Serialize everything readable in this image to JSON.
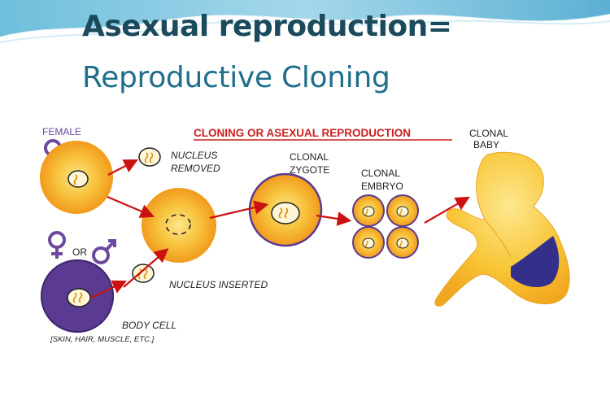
{
  "slide": {
    "title_line1": "Asexual reproduction=",
    "title_line2": "Reproductive Cloning"
  },
  "diagram": {
    "heading": "CLONING OR ASEXUAL REPRODUCTION",
    "labels": {
      "female": "FEMALE",
      "nucleus_removed_1": "NUCLEUS",
      "nucleus_removed_2": "REMOVED",
      "or": "OR",
      "nucleus_inserted": "NUCLEUS INSERTED",
      "body_cell": "BODY CELL",
      "body_cell_examples": "[SKIN, HAIR, MUSCLE, ETC.]",
      "clonal_zygote_1": "CLONAL",
      "clonal_zygote_2": "ZYGOTE",
      "clonal_embryo_1": "CLONAL",
      "clonal_embryo_2": "EMBRYO",
      "clonal_baby_1": "CLONAL",
      "clonal_baby_2": "BABY"
    },
    "colors": {
      "heading": "#cc1f1f",
      "arrow": "#cc1111",
      "egg": "#f5b12a",
      "egg_center": "#fde58c",
      "body_cell": "#5b3a91",
      "symbol": "#6b4aa0",
      "title_dark": "#1a4a5c",
      "title_light": "#1f6f8b"
    },
    "icons": [
      "female-symbol-icon",
      "male-symbol-icon"
    ]
  }
}
